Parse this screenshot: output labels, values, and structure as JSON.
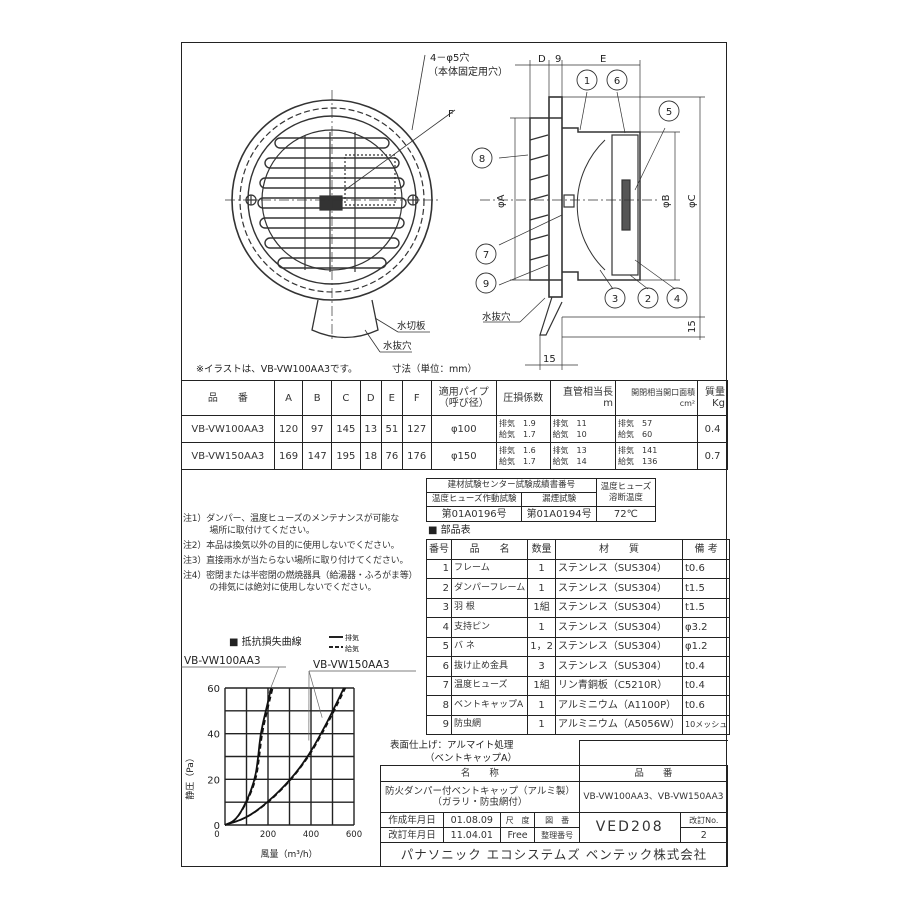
{
  "drawing": {
    "hole_label": "4－φ5穴",
    "hole_sub": "（本体固定用穴）",
    "dim_F": "F",
    "dim_D": "D",
    "dim_9": "9",
    "dim_E": "E",
    "dim_A": "φA",
    "dim_B": "φB",
    "dim_C": "φC",
    "dim_15_v": "15",
    "dim_15_h": "15",
    "drain_hole_side": "水抜穴",
    "water_plate": "水切板",
    "drain_hole_front": "水抜穴",
    "part_callouts": [
      "1",
      "6",
      "5",
      "8",
      "7",
      "9",
      "3",
      "2",
      "4"
    ],
    "caption": "※イラストは、VB-VW100AA3です。",
    "units": "寸法（単位：mm）"
  },
  "spec_table": {
    "headers": [
      "品　　番",
      "A",
      "B",
      "C",
      "D",
      "E",
      "F",
      "適用パイプ\n（呼び径）",
      "圧損係数",
      "直管相当長\nm",
      "開閉相当開口面積\ncm²",
      "質量\nKg"
    ],
    "rows": [
      {
        "model": "VB-VW100AA3",
        "A": "120",
        "B": "97",
        "C": "145",
        "D": "13",
        "E": "51",
        "F": "127",
        "pipe": "φ100",
        "loss": [
          "排気　1.9",
          "給気　1.7"
        ],
        "length": [
          "排気　11",
          "給気　10"
        ],
        "area": [
          "排気　57",
          "給気　60"
        ],
        "mass": "0.4"
      },
      {
        "model": "VB-VW150AA3",
        "A": "169",
        "B": "147",
        "C": "195",
        "D": "18",
        "E": "76",
        "F": "176",
        "pipe": "φ150",
        "loss": [
          "排気　1.6",
          "給気　1.7"
        ],
        "length": [
          "排気　13",
          "給気　14"
        ],
        "area": [
          "排気　141",
          "給気　136"
        ],
        "mass": "0.7"
      }
    ]
  },
  "test_table": {
    "title": "建材試験センター試験成績書番号",
    "col1": "温度ヒューズ作動試験",
    "col2": "漏煙試験",
    "col3": "温度ヒューズ\n溶断温度",
    "val1": "第01A0196号",
    "val2": "第01A0194号",
    "val3": "72℃"
  },
  "notes": [
    "注1）ダンパー、温度ヒューズのメンテナンスが可能な",
    "　　　場所に取付けてください。",
    "注2）本品は換気以外の目的に使用しないでください。",
    "注3）直接雨水が当たらない場所に取り付けてください。",
    "注4）密閉または半密閉の燃焼器具（給湯器・ふろがま等）",
    "　　　の排気には絶対に使用しないでください。"
  ],
  "parts": {
    "title": "■ 部品表",
    "headers": [
      "番号",
      "品　　名",
      "数量",
      "材　　質",
      "備 考"
    ],
    "rows": [
      [
        "1",
        "フレーム",
        "1",
        "ステンレス（SUS304）",
        "t0.6"
      ],
      [
        "2",
        "ダンパーフレーム",
        "1",
        "ステンレス（SUS304）",
        "t1.5"
      ],
      [
        "3",
        "羽 根",
        "1組",
        "ステンレス（SUS304）",
        "t1.5"
      ],
      [
        "4",
        "支持ピン",
        "1",
        "ステンレス（SUS304）",
        "φ3.2"
      ],
      [
        "5",
        "バ ネ",
        "1，2",
        "ステンレス（SUS304）",
        "φ1.2"
      ],
      [
        "6",
        "抜け止め金具",
        "3",
        "ステンレス（SUS304）",
        "t0.4"
      ],
      [
        "7",
        "温度ヒューズ",
        "1組",
        "リン青銅板（C5210R）",
        "t0.4"
      ],
      [
        "8",
        "ベントキャップA",
        "1",
        "アルミニウム（A1100P）",
        "t0.6"
      ],
      [
        "9",
        "防虫網",
        "1",
        "アルミニウム（A5056W）",
        "10メッシュ"
      ]
    ]
  },
  "finish": [
    "表面仕上げ：アルマイト処理",
    "（ベントキャップA）"
  ],
  "title_block": {
    "name_label": "名　　称",
    "model_label": "品　　番",
    "name_value": [
      "防火ダンパー付ベントキャップ（アルミ製）",
      "（ガラリ・防虫網付）"
    ],
    "model_value": "VB-VW100AA3、VB-VW150AA3",
    "created_label": "作成年月日",
    "created": "01.08.09",
    "revised_label": "改訂年月日",
    "revised": "11.04.01",
    "scale_label": "尺　度",
    "scale": "Free",
    "drawing_no_label": "図　番",
    "ref_no_label": "整理番号",
    "drawing_no": "VED208",
    "rev_label": "改訂No.",
    "rev": "2",
    "company": "パナソニック エコシステムズ ベンテック株式会社"
  },
  "chart_data": {
    "type": "line",
    "title": "■ 抵抗損失曲線",
    "xlabel": "風量（m³/h）",
    "ylabel": "静圧（Pa）",
    "xlim": [
      0,
      600
    ],
    "ylim": [
      0,
      60
    ],
    "xticks": [
      "0",
      "200",
      "400",
      "600"
    ],
    "yticks": [
      "0",
      "20",
      "40",
      "60"
    ],
    "grid": true,
    "legend": {
      "position": "top",
      "solid": "排気",
      "dashed": "給気"
    },
    "curve_labels": [
      "VB-VW100AA3",
      "VB-VW150AA3"
    ],
    "series": [
      {
        "model": "VB-VW100AA3",
        "name": "排気",
        "style": "solid",
        "x": [
          0,
          50,
          100,
          140,
          155,
          165,
          190,
          215
        ],
        "y": [
          0,
          2,
          10,
          20,
          30,
          40,
          50,
          60
        ]
      },
      {
        "model": "VB-VW100AA3",
        "name": "給気",
        "style": "dashed",
        "x": [
          0,
          50,
          103,
          145,
          160,
          172,
          196,
          222
        ],
        "y": [
          0,
          2,
          10,
          20,
          30,
          40,
          50,
          60
        ]
      },
      {
        "model": "VB-VW150AA3",
        "name": "排気",
        "style": "solid",
        "x": [
          0,
          100,
          200,
          307,
          386,
          447,
          502,
          553
        ],
        "y": [
          0,
          3,
          10,
          20,
          30,
          40,
          50,
          60
        ]
      },
      {
        "model": "VB-VW150AA3",
        "name": "給気",
        "style": "dashed",
        "x": [
          0,
          100,
          205,
          310,
          390,
          452,
          508,
          560
        ],
        "y": [
          0,
          3,
          10,
          20,
          30,
          40,
          50,
          60
        ]
      }
    ]
  }
}
